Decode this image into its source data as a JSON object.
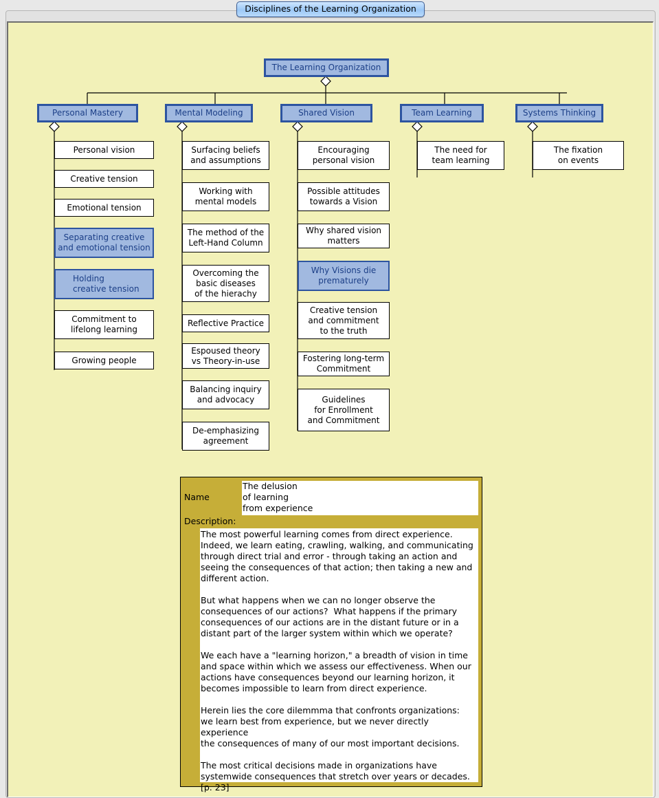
{
  "window": {
    "title": "Disciplines of the Learning Organization"
  },
  "diagram": {
    "root": "The Learning Organization",
    "disciplines": [
      {
        "label": "Personal Mastery",
        "items": [
          "Personal vision",
          "Creative tension",
          "Emotional tension",
          "Separating creative\nand emotional tension",
          "Holding\ncreative tension",
          "Commitment to\nlifelong learning",
          "Growing people"
        ]
      },
      {
        "label": "Mental Modeling",
        "items": [
          "Surfacing beliefs\nand assumptions",
          "Working with\nmental models",
          "The method of the\nLeft-Hand Column",
          "Overcoming the\nbasic diseases\nof the hierachy",
          "Reflective Practice",
          "Espoused theory\nvs Theory-in-use",
          "Balancing inquiry\nand advocacy",
          "De-emphasizing\nagreement"
        ]
      },
      {
        "label": "Shared Vision",
        "items": [
          "Encouraging\npersonal vision",
          "Possible attitudes\ntowards a Vision",
          "Why shared vision\nmatters",
          "Why Visions die\nprematurely",
          "Creative tension\nand commitment\nto the truth",
          "Fostering long-term\nCommitment",
          "Guidelines\nfor Enrollment\nand Commitment"
        ]
      },
      {
        "label": "Team Learning",
        "items": [
          "The need for\nteam learning"
        ]
      },
      {
        "label": "Systems Thinking",
        "items": [
          "The fixation\non events"
        ]
      }
    ]
  },
  "popup": {
    "name_label": "Name",
    "name_value": "The delusion\nof learning\nfrom experience",
    "description_label": "Description:",
    "description_value": "The most powerful learning comes from direct experience.\nIndeed, we learn eating, crawling, walking, and communicating\nthrough direct trial and error - through taking an action and\nseeing the consequences of that action; then taking a new and\ndifferent action.\n\nBut what happens when we can no longer observe the\nconsequences of our actions?  What happens if the primary\nconsequences of our actions are in the distant future or in a\ndistant part of the larger system within which we operate?\n\nWe each have a \"learning horizon,\" a breadth of vision in time\nand space within which we assess our effectiveness. When our\nactions have consequences beyond our learning horizon, it\nbecomes impossible to learn from direct experience.\n\nHerein lies the core dilemmma that confronts organizations:\nwe learn best from experience, but we never directly experience\nthe consequences of many of our most important decisions.\n\nThe most critical decisions made in organizations have\nsystemwide consequences that stretch over years or decades.\n[p. 23]"
  },
  "colors": {
    "canvas": "#f2f1b8",
    "node_fill": "#a1b9e0",
    "node_border": "#2d54a0",
    "popup": "#c6ae38"
  }
}
